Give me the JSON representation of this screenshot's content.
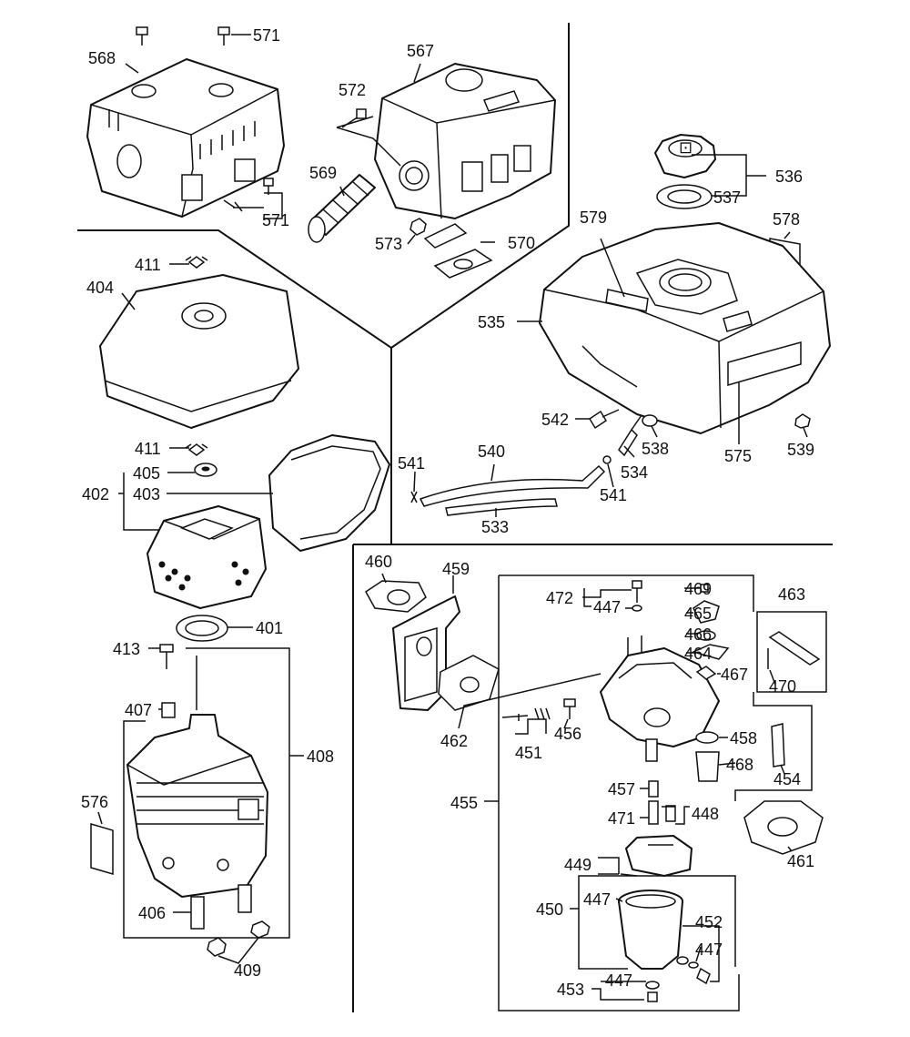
{
  "callouts": {
    "c568": "568",
    "c571a": "571",
    "c571b": "571",
    "c567": "567",
    "c572": "572",
    "c569": "569",
    "c573": "573",
    "c570": "570",
    "c536": "536",
    "c537": "537",
    "c579": "579",
    "c578": "578",
    "c535": "535",
    "c575": "575",
    "c539": "539",
    "c542": "542",
    "c538": "538",
    "c534": "534",
    "c540": "540",
    "c541a": "541",
    "c541b": "541",
    "c533": "533",
    "c411a": "411",
    "c404": "404",
    "c411b": "411",
    "c405": "405",
    "c402": "402",
    "c403": "403",
    "c401": "401",
    "c413": "413",
    "c407": "407",
    "c408": "408",
    "c576": "576",
    "c406": "406",
    "c409": "409",
    "c460": "460",
    "c459": "459",
    "c462": "462",
    "c463": "463",
    "c469": "469",
    "c472": "472",
    "c447a": "447",
    "c465": "465",
    "c466": "466",
    "c464": "464",
    "c467": "467",
    "c470": "470",
    "c451": "451",
    "c456": "456",
    "c458": "458",
    "c468": "468",
    "c454": "454",
    "c455": "455",
    "c457": "457",
    "c471": "471",
    "c448": "448",
    "c461": "461",
    "c449": "449",
    "c450": "450",
    "c447b": "447",
    "c452": "452",
    "c447c": "447",
    "c453": "453",
    "c447d": "447"
  }
}
